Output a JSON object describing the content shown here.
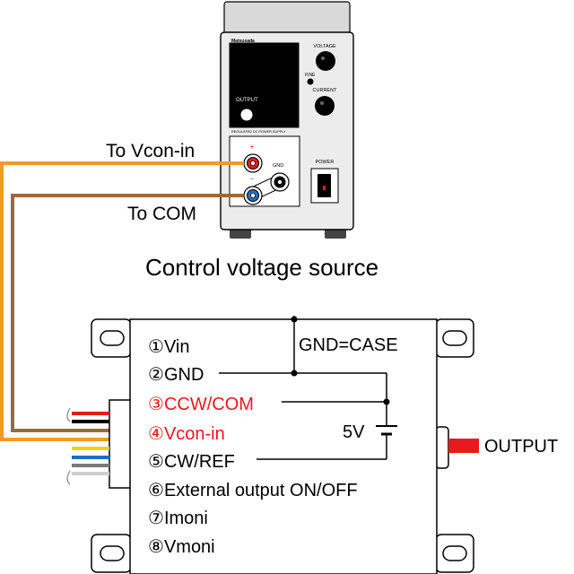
{
  "power_supply": {
    "brand": "Matsusada",
    "voltage_label": "VOLTAGE",
    "fine_label": "FINE",
    "current_label": "CURRENT",
    "output_label": "OUTPUT",
    "regulated_label": "REGULATED DC POWER SUPPLY",
    "plus_label": "+",
    "minus_label": "−",
    "gnd_label": "GND",
    "power_label": "POWER"
  },
  "labels": {
    "to_vcon_in": "To Vcon-in",
    "to_com": "To COM",
    "control_source": "Control voltage source",
    "gnd_case": "GND=CASE",
    "five_volt": "5V",
    "output": "OUTPUT"
  },
  "pins": [
    {
      "num": "①",
      "name": "Vin",
      "color": "#000000"
    },
    {
      "num": "②",
      "name": "GND",
      "color": "#000000"
    },
    {
      "num": "③",
      "name": "CCW/COM",
      "color": "#e8191f"
    },
    {
      "num": "④",
      "name": "Vcon-in",
      "color": "#e8191f"
    },
    {
      "num": "⑤",
      "name": "CW/REF",
      "color": "#000000"
    },
    {
      "num": "⑥",
      "name": "External output ON/OFF",
      "color": "#000000"
    },
    {
      "num": "⑦",
      "name": "Imoni",
      "color": "#000000"
    },
    {
      "num": "⑧",
      "name": "Vmoni",
      "color": "#000000"
    }
  ],
  "colors": {
    "orange_wire": "#f39a2a",
    "brown_wire": "#9a6a3a",
    "red_terminal": "#e8191f",
    "blue_terminal": "#1f6fbf",
    "output_red": "#e8191f",
    "module_body": "#ffffff",
    "chassis": "#e9e9e9"
  }
}
